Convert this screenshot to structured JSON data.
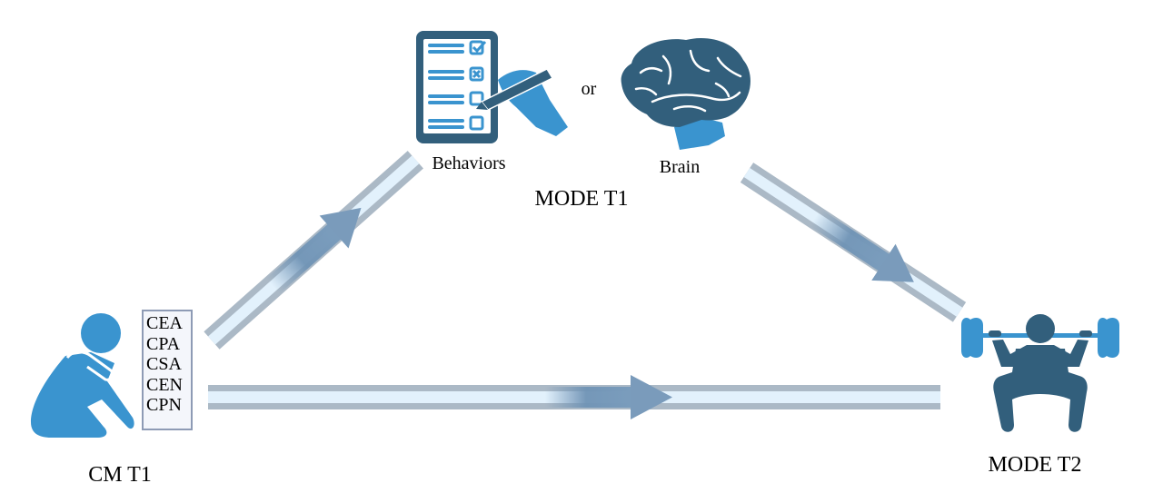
{
  "colors": {
    "dark_blue": "#325f7c",
    "light_blue": "#3a94cf",
    "track_outer": "#abb9c6",
    "track_inner": "#e2f1fc",
    "arrow_fill": "#6f93b5",
    "box_border": "#8e9bb5"
  },
  "nodes": {
    "cm_t1": {
      "label": "CM T1",
      "icon": "distressed-child-icon",
      "subtypes": [
        "CEA",
        "CPA",
        "CSA",
        "CEN",
        "CPN"
      ]
    },
    "mode_t1": {
      "label": "MODE T1",
      "options": [
        {
          "label": "Behaviors",
          "icon": "checklist-hand-icon"
        },
        {
          "label": "Brain",
          "icon": "brain-icon"
        }
      ],
      "connector": "or"
    },
    "mode_t2": {
      "label": "MODE T2",
      "icon": "weightlifter-icon"
    }
  },
  "edges": [
    {
      "from": "cm_t1",
      "to": "mode_t1",
      "type": "mediation-path-a"
    },
    {
      "from": "mode_t1",
      "to": "mode_t2",
      "type": "mediation-path-b"
    },
    {
      "from": "cm_t1",
      "to": "mode_t2",
      "type": "direct-path"
    }
  ]
}
